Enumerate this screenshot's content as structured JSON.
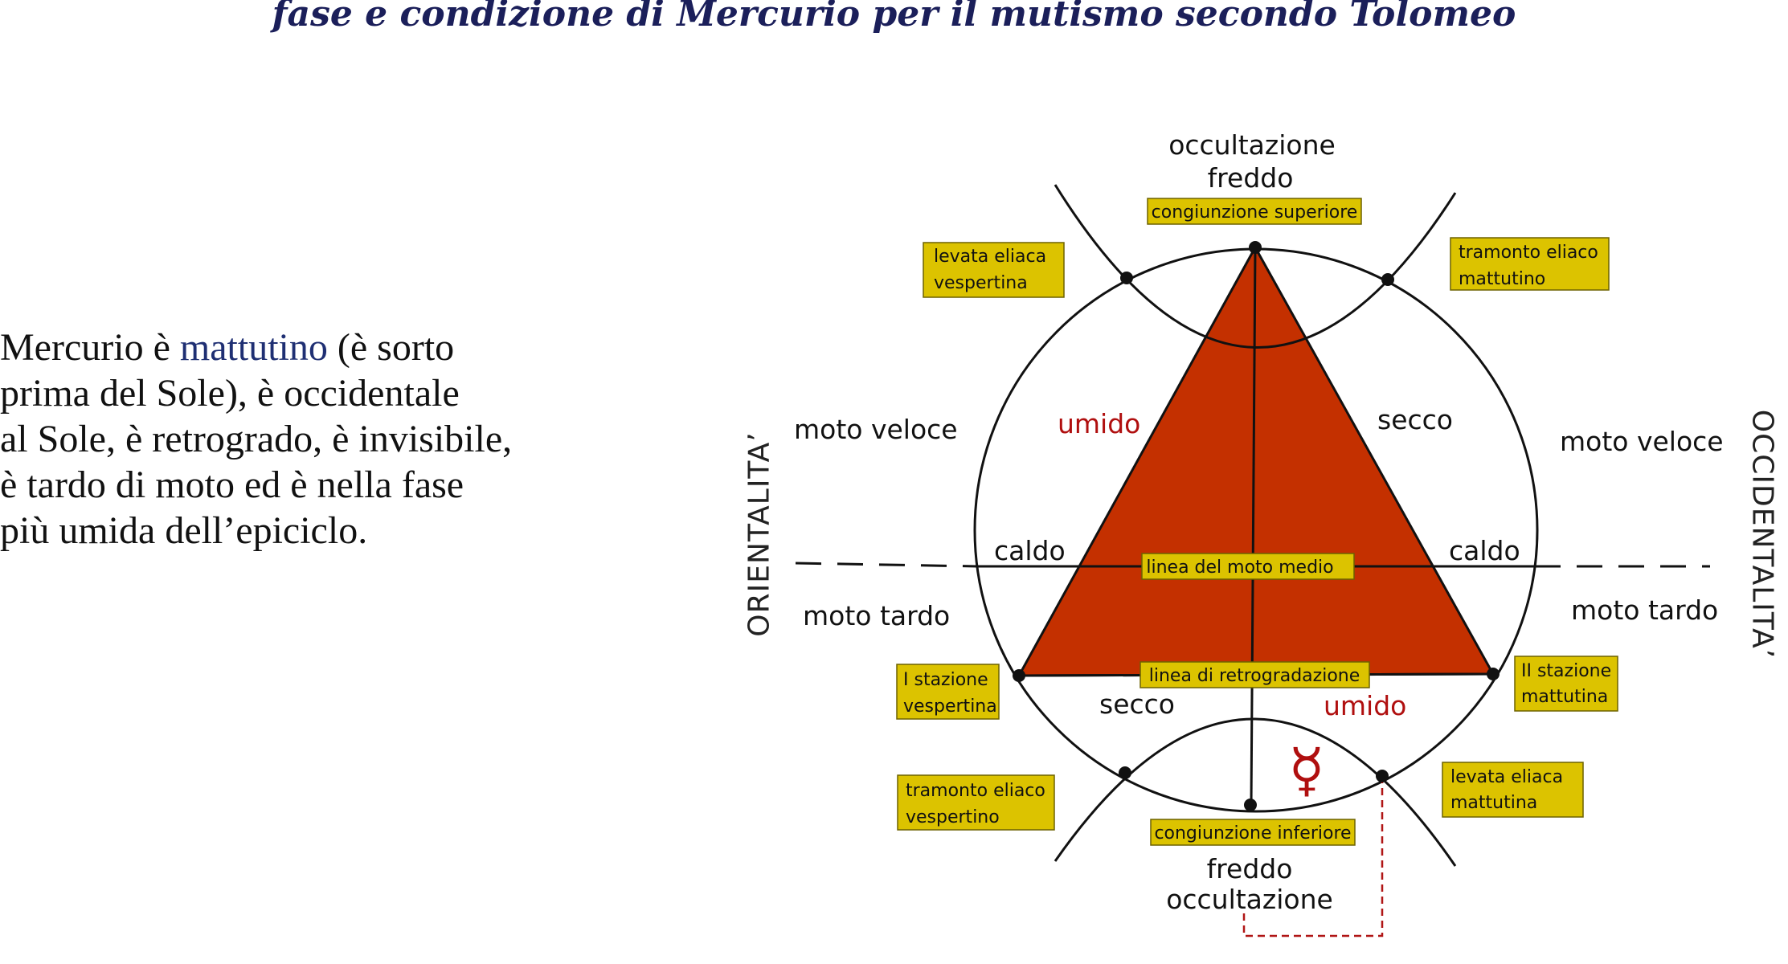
{
  "title": "fase e condizione di Mercurio per il mutismo secondo Tolomeo",
  "paragraph": {
    "line1_pre": "Mercurio è ",
    "line1_highlight": "mattutino",
    "line1_post": " (è sorto",
    "line2": "prima del Sole), è occidentale",
    "line3": "al Sole, è retrogrado, è invisibile,",
    "line4": "è tardo di moto ed è nella fase",
    "line5": "più umida dell’epiciclo."
  },
  "diagram": {
    "side_left": "ORIENTALITA’",
    "side_right": "OCCIDENTALITA’",
    "top_occultation": "occultazione",
    "top_cold": "freddo",
    "bottom_cold": "freddo",
    "bottom_occultation": "occultazione",
    "fast_left": "moto veloce",
    "fast_right": "moto veloce",
    "slow_left": "moto tardo",
    "slow_right": "moto tardo",
    "humid_upper": "umido",
    "dry_upper": "secco",
    "hot_left": "caldo",
    "hot_right": "caldo",
    "dry_lower": "secco",
    "humid_lower": "umido",
    "mercury_symbol": "☿",
    "boxes": {
      "superior_conjunction": "congiunzione superiore",
      "evening_rising_1": "levata eliaca",
      "evening_rising_2": "vespertina",
      "morning_setting_1": "tramonto eliaco",
      "morning_setting_2": "mattutino",
      "mean_motion_line": "linea del moto medio",
      "retrograde_line": "linea di retrogradazione",
      "station1_1": "I stazione",
      "station1_2": "vespertina",
      "station2_1": "II stazione",
      "station2_2": "mattutina",
      "evening_setting_1": "tramonto eliaco",
      "evening_setting_2": "vespertino",
      "morning_rising_1": "levata eliaca",
      "morning_rising_2": "mattutina",
      "inferior_conjunction": "congiunzione inferiore"
    }
  },
  "colors": {
    "triangle": "#c43000",
    "box_fill": "#dcc300",
    "title": "#1b1f5a",
    "highlight": "#1f2f73",
    "red_text": "#b00f0f",
    "dashed_connector": "#b01515"
  }
}
